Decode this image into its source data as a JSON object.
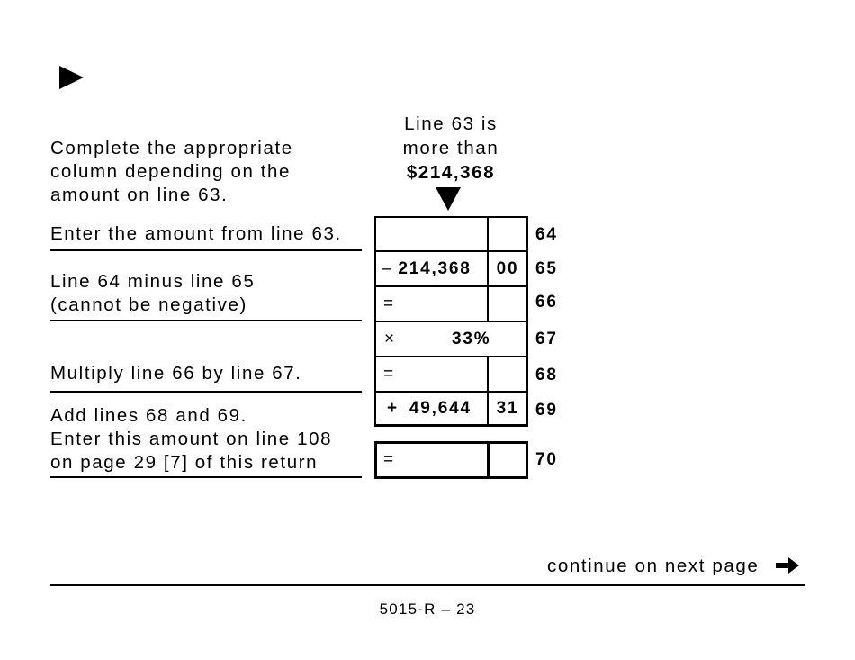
{
  "page": {
    "marker_icon": "play-triangle",
    "intro": [
      "Complete the appropriate",
      "column depending on the",
      "amount on line 63."
    ],
    "column_header": {
      "line1": "Line 63 is",
      "line2": "more than",
      "threshold": "$214,368",
      "icon": "down-triangle"
    },
    "rows": [
      {
        "line": "64",
        "description": [
          "Enter the amount from line 63."
        ],
        "operator": "",
        "dollars": "",
        "cents": ""
      },
      {
        "line": "65",
        "description": [],
        "operator": "–",
        "dollars": "214,368",
        "cents": "00"
      },
      {
        "line": "66",
        "description": [
          "Line 64 minus line 65",
          "(cannot be negative)"
        ],
        "operator": "=",
        "dollars": "",
        "cents": ""
      },
      {
        "line": "67",
        "description": [],
        "operator": "×",
        "dollars": "33%",
        "cents": ""
      },
      {
        "line": "68",
        "description": [
          "Multiply line 66 by line 67."
        ],
        "operator": "=",
        "dollars": "",
        "cents": ""
      },
      {
        "line": "69",
        "description": [],
        "operator": "+",
        "dollars": "49,644",
        "cents": "31"
      },
      {
        "line": "70",
        "description": [
          "Add lines 68 and 69.",
          "Enter this amount on line 108",
          "on page 29 [7] of this return"
        ],
        "operator": "=",
        "dollars": "",
        "cents": ""
      }
    ],
    "continue_text": "continue on next page",
    "continue_icon": "right-arrow",
    "footer": "5015-R – 23"
  }
}
